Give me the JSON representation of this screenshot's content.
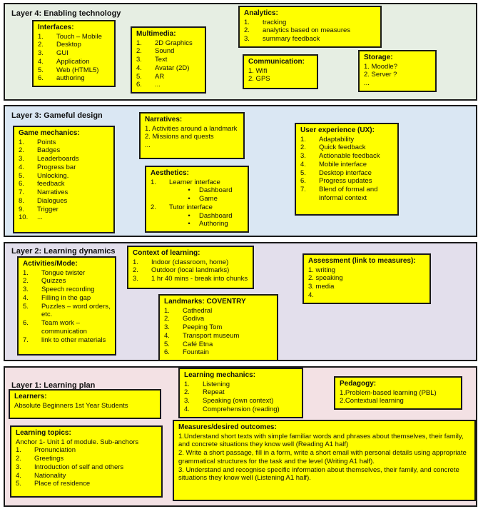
{
  "colors": {
    "box_fill": "#ffff00",
    "box_border": "#1a1a1a",
    "layer4_bg": "#e6eee3",
    "layer3_bg": "#dae7f3",
    "layer2_bg": "#e3dfec",
    "layer1_bg": "#f3e1e4"
  },
  "layers": {
    "layer4": {
      "label": "Layer 4: Enabling technology",
      "bg": "#e6eee3",
      "boxes": {
        "interfaces": {
          "title": "Interfaces:",
          "items": [
            {
              "kind": "tab",
              "marker": "1.",
              "text": "Touch – Mobile"
            },
            {
              "kind": "tab",
              "marker": "2.",
              "text": "Desktop"
            },
            {
              "kind": "tab",
              "marker": "3.",
              "text": "GUI"
            },
            {
              "kind": "tab",
              "marker": "4.",
              "text": "Application"
            },
            {
              "kind": "tab",
              "marker": "5.",
              "text": "Web (HTML5)"
            },
            {
              "kind": "tab",
              "marker": "6.",
              "text": "authoring"
            }
          ]
        },
        "multimedia": {
          "title": "Multimedia:",
          "items": [
            {
              "kind": "tab",
              "marker": "1.",
              "text": "2D Graphics"
            },
            {
              "kind": "tab",
              "marker": "2.",
              "text": "Sound"
            },
            {
              "kind": "tab",
              "marker": "3.",
              "text": "Text"
            },
            {
              "kind": "tab",
              "marker": "4.",
              "text": "Avatar (2D)"
            },
            {
              "kind": "tab",
              "marker": "5.",
              "text": "AR"
            },
            {
              "kind": "tab",
              "marker": "6.",
              "text": "..."
            }
          ]
        },
        "analytics": {
          "title": "Analytics:",
          "items": [
            {
              "kind": "tab",
              "marker": "1.",
              "text": "tracking"
            },
            {
              "kind": "tab",
              "marker": "2.",
              "text": "analytics based on measures"
            },
            {
              "kind": "tab",
              "marker": "3.",
              "text": "summary feedback"
            }
          ]
        },
        "communication": {
          "title": "Communication:",
          "items": [
            {
              "kind": "line",
              "text": "1. Wifi"
            },
            {
              "kind": "line",
              "text": "2. GPS"
            }
          ]
        },
        "storage": {
          "title": "Storage:",
          "items": [
            {
              "kind": "line",
              "text": "1. Moodle?"
            },
            {
              "kind": "line",
              "text": "2. Server ?"
            },
            {
              "kind": "line",
              "text": "..."
            }
          ]
        }
      }
    },
    "layer3": {
      "label": "Layer 3: Gameful design",
      "bg": "#dae7f3",
      "boxes": {
        "game_mechanics": {
          "title": "Game mechanics:",
          "items": [
            {
              "kind": "tab",
              "marker": "1.",
              "text": "Points"
            },
            {
              "kind": "tab",
              "marker": "2.",
              "text": "Badges"
            },
            {
              "kind": "tab",
              "marker": "3.",
              "text": "Leaderboards"
            },
            {
              "kind": "tab",
              "marker": "4.",
              "text": "Progress bar"
            },
            {
              "kind": "tab",
              "marker": "5.",
              "text": "Unlocking."
            },
            {
              "kind": "tab",
              "marker": "6.",
              "text": "feedback"
            },
            {
              "kind": "tab",
              "marker": "7.",
              "text": "Narratives"
            },
            {
              "kind": "tab",
              "marker": "8.",
              "text": "Dialogues"
            },
            {
              "kind": "tab",
              "marker": "9.",
              "text": "Trigger"
            },
            {
              "kind": "tab",
              "marker": "10.",
              "text": "..."
            }
          ]
        },
        "narratives": {
          "title": "Narratives:",
          "items": [
            {
              "kind": "line",
              "text": "1. Activities around a landmark"
            },
            {
              "kind": "line",
              "text": "2. Missions and quests"
            },
            {
              "kind": "line",
              "text": "..."
            }
          ]
        },
        "aesthetics": {
          "title": "Aesthetics:",
          "items": [
            {
              "kind": "tab",
              "marker": "1.",
              "text": "Learner interface"
            },
            {
              "kind": "bullet",
              "marker": "•",
              "text": "Dashboard"
            },
            {
              "kind": "bullet",
              "marker": "•",
              "text": "Game"
            },
            {
              "kind": "tab",
              "marker": "2.",
              "text": "Tutor interface"
            },
            {
              "kind": "bullet",
              "marker": "•",
              "text": "Dashboard"
            },
            {
              "kind": "bullet",
              "marker": "•",
              "text": "Authoring"
            }
          ]
        },
        "user_experience": {
          "title": "User experience (UX):",
          "items": [
            {
              "kind": "tab",
              "marker": "1.",
              "text": "Adaptability"
            },
            {
              "kind": "tab",
              "marker": "2.",
              "text": "Quick feedback"
            },
            {
              "kind": "tab",
              "marker": "3.",
              "text": "Actionable feedback"
            },
            {
              "kind": "tab",
              "marker": "4.",
              "text": "Mobile interface"
            },
            {
              "kind": "tab",
              "marker": "5.",
              "text": "Desktop interface"
            },
            {
              "kind": "tab",
              "marker": "6.",
              "text": "Progress updates"
            },
            {
              "kind": "tab",
              "marker": "7.",
              "text": "Blend of formal and informal context"
            }
          ]
        }
      }
    },
    "layer2": {
      "label": "Layer 2: Learning dynamics",
      "bg": "#e3dfec",
      "boxes": {
        "activities_mode": {
          "title": "Activities/Mode:",
          "items": [
            {
              "kind": "tab",
              "marker": "1.",
              "text": "Tongue twister"
            },
            {
              "kind": "tab",
              "marker": "2.",
              "text": "Quizzes"
            },
            {
              "kind": "tab",
              "marker": "3.",
              "text": "Speech recording"
            },
            {
              "kind": "tab",
              "marker": "4.",
              "text": "Filling in the gap"
            },
            {
              "kind": "tab",
              "marker": "5.",
              "text": "Puzzles – word orders, etc."
            },
            {
              "kind": "tab",
              "marker": "6.",
              "text": "Team work – communication"
            },
            {
              "kind": "tab",
              "marker": "7.",
              "text": "link to other materials"
            }
          ]
        },
        "context_of_learning": {
          "title": "Context of learning:",
          "items": [
            {
              "kind": "tab",
              "marker": "1.",
              "text": "Indoor (classroom, home)"
            },
            {
              "kind": "tab",
              "marker": "2.",
              "text": "Outdoor (local landmarks)"
            },
            {
              "kind": "tab",
              "marker": "3.",
              "text": "1 hr 40 mins - break into chunks"
            }
          ]
        },
        "landmarks": {
          "title": "Landmarks: COVENTRY",
          "items": [
            {
              "kind": "tab",
              "marker": "1.",
              "text": "Cathedral"
            },
            {
              "kind": "tab",
              "marker": "2.",
              "text": "Godiva"
            },
            {
              "kind": "tab",
              "marker": "3.",
              "text": "Peeping Tom"
            },
            {
              "kind": "tab",
              "marker": "4.",
              "text": "Transport museum"
            },
            {
              "kind": "tab",
              "marker": "5.",
              "text": "Café Etna"
            },
            {
              "kind": "tab",
              "marker": "6.",
              "text": "Fountain"
            }
          ]
        },
        "assessment": {
          "title": "Assessment (link to measures):",
          "items": [
            {
              "kind": "line",
              "text": "1. writing"
            },
            {
              "kind": "line",
              "text": "2. speaking"
            },
            {
              "kind": "line",
              "text": "3. media"
            },
            {
              "kind": "line",
              "text": "4."
            }
          ]
        }
      }
    },
    "layer1": {
      "label": "Layer 1: Learning plan",
      "bg": "#f3e1e4",
      "boxes": {
        "learners": {
          "title": "Learners:",
          "items": [
            {
              "kind": "para",
              "text": "Absolute Beginners 1st Year Students"
            }
          ]
        },
        "learning_mechanics": {
          "title": "Learning mechanics:",
          "items": [
            {
              "kind": "tab",
              "marker": "1.",
              "text": "Listening"
            },
            {
              "kind": "tab",
              "marker": "2.",
              "text": "Repeat"
            },
            {
              "kind": "tab",
              "marker": "3.",
              "text": "Speaking (own context)"
            },
            {
              "kind": "tab",
              "marker": "4.",
              "text": "Comprehension (reading)"
            }
          ]
        },
        "pedagogy": {
          "title": "Pedagogy:",
          "items": [
            {
              "kind": "line",
              "text": "1.Problem-based learning (PBL)"
            },
            {
              "kind": "line",
              "text": "2.Contextual learning"
            }
          ]
        },
        "learning_topics": {
          "title": "Learning topics:",
          "items": [
            {
              "kind": "para",
              "text": "Anchor 1- Unit 1 of module. Sub-anchors"
            },
            {
              "kind": "tab",
              "marker": "1.",
              "text": "Pronunciation"
            },
            {
              "kind": "tab",
              "marker": "2.",
              "text": "Greetings"
            },
            {
              "kind": "tab",
              "marker": "3.",
              "text": "Introduction of self and others"
            },
            {
              "kind": "tab",
              "marker": "4.",
              "text": "Nationality"
            },
            {
              "kind": "tab",
              "marker": "5.",
              "text": "Place of residence"
            }
          ]
        },
        "measures": {
          "title": "Measures/desired outcomes:",
          "items": [
            {
              "kind": "para",
              "text": "1.Understand short texts with simple familiar words and phrases about themselves, their family, and concrete situations they know well (Reading A1 half)"
            },
            {
              "kind": "para",
              "text": "2. Write a short passage, fill in a form, write a short email with personal details using appropriate grammatical structures for the task and the level (Writing A1 half)."
            },
            {
              "kind": "para",
              "text": "3. Understand and recognise specific information about themselves, their family, and concrete situations they know well (Listening A1 half)."
            }
          ]
        }
      }
    }
  }
}
